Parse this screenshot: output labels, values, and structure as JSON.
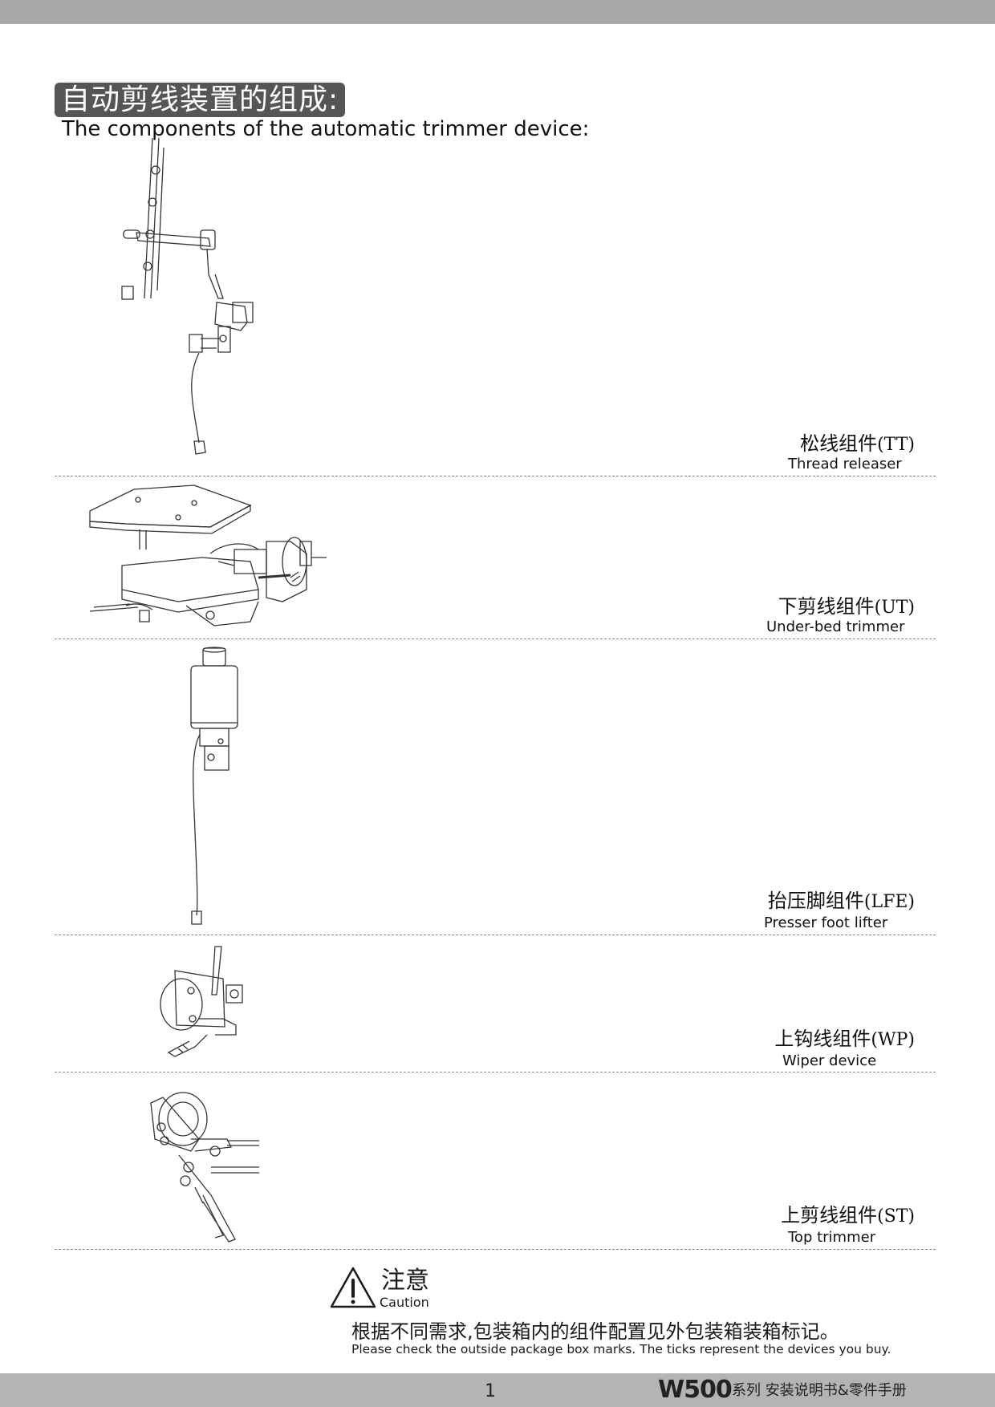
{
  "header": {
    "title_cn": "自动剪线装置的组成:",
    "title_en": "The components of the automatic trimmer device:"
  },
  "components": [
    {
      "name_cn": "松线组件",
      "code": "(TT)",
      "name_en": "Thread releaser",
      "illustration": "thread-releaser-drawing"
    },
    {
      "name_cn": "下剪线组件",
      "code": "(UT)",
      "name_en": "Under-bed trimmer",
      "illustration": "under-bed-trimmer-drawing"
    },
    {
      "name_cn": "抬压脚组件",
      "code": "(LFE)",
      "name_en": "Presser foot lifter",
      "illustration": "presser-foot-lifter-drawing"
    },
    {
      "name_cn": "上钩线组件",
      "code": "(WP)",
      "name_en": "Wiper device",
      "illustration": "wiper-device-drawing"
    },
    {
      "name_cn": "上剪线组件",
      "code": "(ST)",
      "name_en": "Top trimmer",
      "illustration": "top-trimmer-drawing"
    }
  ],
  "caution": {
    "icon": "warning-triangle-icon",
    "title_cn": "注意",
    "title_en": "Caution",
    "note_cn": "根据不同需求,包装箱内的组件配置见外包装箱装箱标记。",
    "note_en": "Please check the outside package box marks. The ticks represent the devices you buy."
  },
  "footer": {
    "page_number": "1",
    "model": "W500",
    "series_text": "系列 安装说明书&零件手册"
  }
}
